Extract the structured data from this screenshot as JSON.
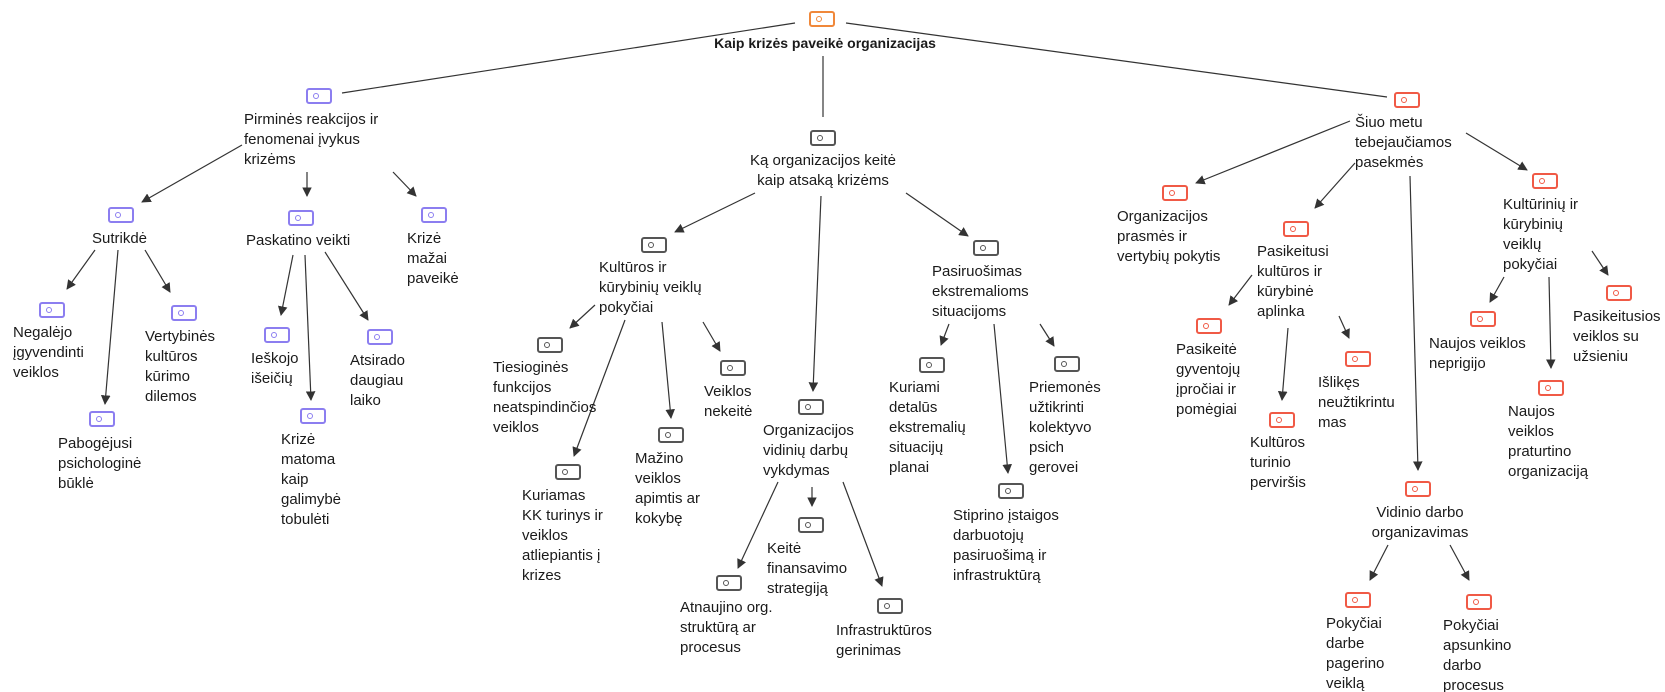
{
  "colors": {
    "root": "#f0883a",
    "left": "#8c7ef0",
    "middle": "#555555",
    "right": "#f05a46",
    "line": "#333333"
  },
  "root": {
    "label": "Kaip krizės paveikė organizacijas"
  },
  "branches": {
    "left": {
      "label": "Pirminės reakcijos ir\nfenomenai įvykus\nkrizėms",
      "sutrikde": "Sutrikdė",
      "negalejo": "Negalėjo\nįgyvendinti\nveiklos",
      "pabogejusi": "Pabogėjusi\npsichologinė\nbūklė",
      "vertybines": "Vertybinės\nkultūros\nkūrimo\ndilemos",
      "paskatino": "Paskatino veikti",
      "ieskojo": "Ieškojo\nišeičių",
      "krize_matoma": "Krizė\nmatoma\nkaip\ngalimybė\ntobulėti",
      "atsirado": "Atsirado\ndaugiau\nlaiko",
      "krize_mazai": "Krizė\nmažai\npaveikė"
    },
    "middle": {
      "label": "Ką organizacijos keitė\nkaip atsaką krizėms",
      "kulturos": "Kultūros ir\nkūrybinių veiklų\npokyčiai",
      "tiesiogines": "Tiesioginės\nfunkcijos\nneatspindinčios\nveiklos",
      "kuriamas": "Kuriamas\nKK turinys ir\nveiklos\natliepiantis į\nkrizes",
      "mazino": "Mažino\nveiklos\napimtis ar\nkokybę",
      "veiklos_nekeite": "Veiklos\nnekeitė",
      "organizacijos_vidiniu": "Organizacijos\nvidinių darbų\nvykdymas",
      "atnaujino": "Atnaujino org.\nstruktūrą ar\nprocesus",
      "keite_fin": "Keitė\nfinansavimo\nstrategiją",
      "infrastrukturos": "Infrastruktūros\ngerinimas",
      "pasiruosimas": "Pasiruošimas\nekstremalioms\nsituacijoms",
      "kuriami": "Kuriami\ndetalūs\nekstremalių\nsituacijų\nplanai",
      "stiprino": "Stiprino įstaigos\ndarbuotojų\npasiruošimą ir\ninfrastruktūrą",
      "priemones": "Priemonės\nužtikrinti\nkolektyvo\npsich\ngerovei"
    },
    "right": {
      "label": "Šiuo metu\ntebejaučiamos\npasekmės",
      "prasmes": "Organizacijos\nprasmės ir\nvertybių pokytis",
      "pasikeitusi": "Pasikeitusi\nkultūros ir\nkūrybinė\naplinka",
      "gyventoju": "Pasikeitė\ngyventojų\nįpročiai ir\npomėgiai",
      "turinio": "Kultūros\nturinio\nperviršis",
      "islikes": "Išlikęs\nneužtikrintu\nmas",
      "vidinio": "Vidinio darbo\norganizavimas",
      "pagerino": "Pokyčiai\ndarbe\npagerino\nveiklą",
      "apsunkino": "Pokyčiai\napsunkino\ndarbo\nprocesus",
      "kk_pokyciai": "Kultūrinių ir\nkūrybinių\nveiklų\npokyčiai",
      "neprigijo": "Naujos veiklos\nneprigijo",
      "praturtino": "Naujos\nveiklos\npraturtino\norganizaciją",
      "uzsieniu": "Pasikeitusios\nveiklos su\nužsieniu"
    }
  }
}
